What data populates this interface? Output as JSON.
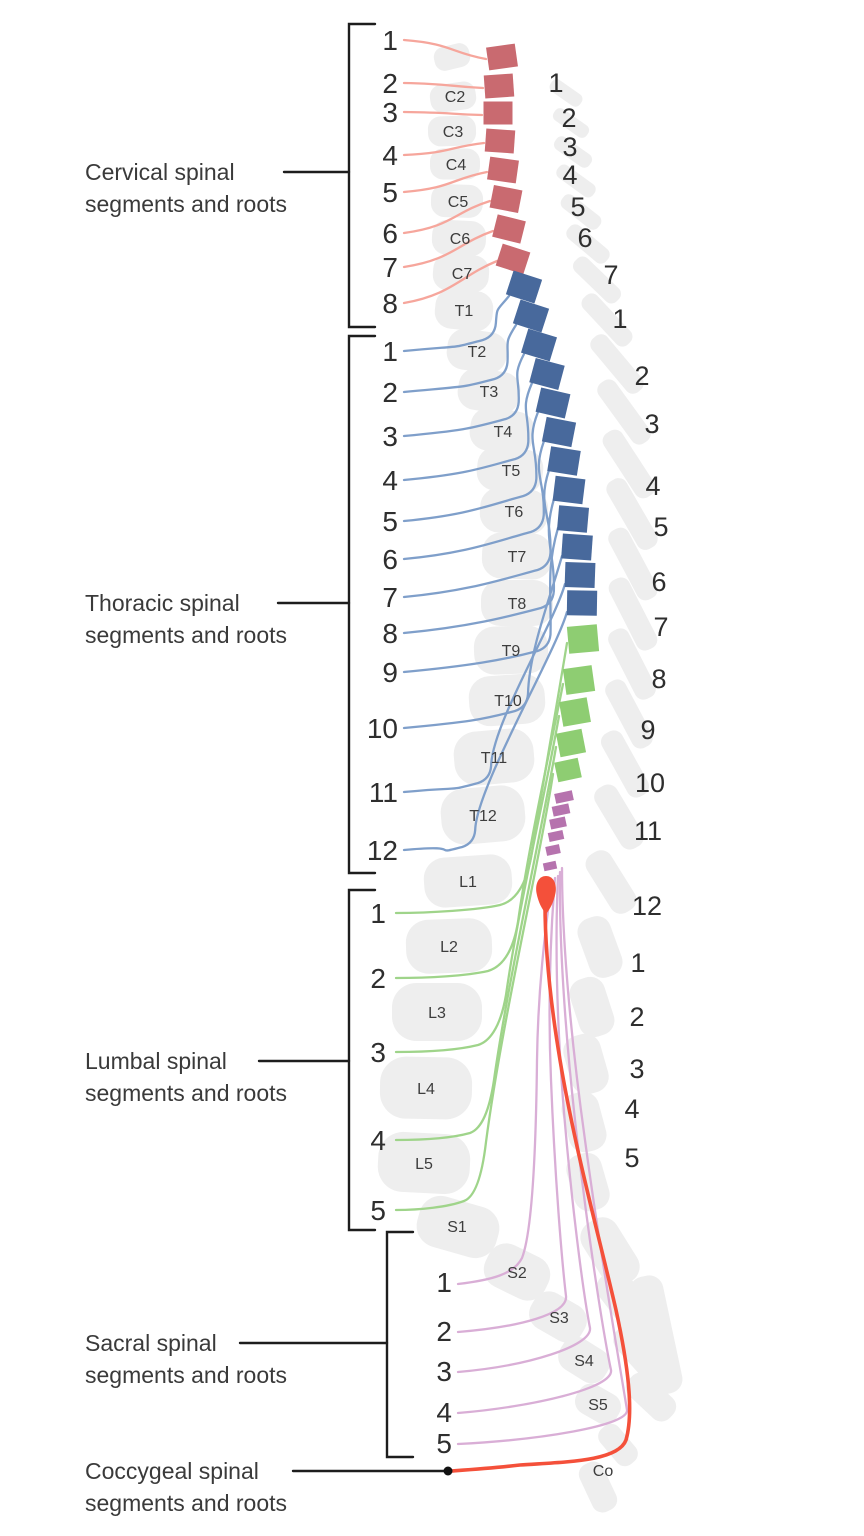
{
  "regions": [
    {
      "id": "cervical",
      "label_line1": "Cervical spinal",
      "label_line2": "segments and roots",
      "segment_count": 8,
      "segment_color": "#c96a70",
      "root_color": "#f6a69c",
      "root_numbers": [
        "1",
        "2",
        "3",
        "4",
        "5",
        "6",
        "7",
        "8"
      ]
    },
    {
      "id": "thoracic",
      "label_line1": "Thoracic spinal",
      "label_line2": "segments and roots",
      "segment_count": 12,
      "segment_color": "#48699c",
      "root_color": "#7f9fca",
      "root_numbers": [
        "1",
        "2",
        "3",
        "4",
        "5",
        "6",
        "7",
        "8",
        "9",
        "10",
        "11",
        "12"
      ]
    },
    {
      "id": "lumbar",
      "label_line1": "Lumbal spinal",
      "label_line2": "segments and roots",
      "segment_count": 5,
      "segment_color": "#8ecd72",
      "root_color": "#9fd48a",
      "root_numbers": [
        "1",
        "2",
        "3",
        "4",
        "5"
      ]
    },
    {
      "id": "sacral",
      "label_line1": "Sacral spinal",
      "label_line2": "segments and roots",
      "segment_count": 5,
      "segment_color": "#b673ae",
      "root_color": "#d9aed6",
      "root_numbers": [
        "1",
        "2",
        "3",
        "4",
        "5"
      ]
    },
    {
      "id": "coccygeal",
      "label_line1": "Coccygeal spinal",
      "label_line2": "segments and roots",
      "segment_count": 1,
      "segment_color": "#b673ae",
      "root_color": "#f4503a",
      "root_numbers": []
    }
  ],
  "vertebrae": {
    "cervical": [
      "C2",
      "C3",
      "C4",
      "C5",
      "C6",
      "C7"
    ],
    "thoracic": [
      "T1",
      "T2",
      "T3",
      "T4",
      "T5",
      "T6",
      "T7",
      "T8",
      "T9",
      "T10",
      "T11",
      "T12"
    ],
    "lumbar": [
      "L1",
      "L2",
      "L3",
      "L4",
      "L5"
    ],
    "sacral": [
      "S1",
      "S2",
      "S3",
      "S4",
      "S5"
    ],
    "coccygeal": [
      "Co"
    ]
  },
  "right_level_numbers": {
    "cervical": [
      "1",
      "2",
      "3",
      "4",
      "5",
      "6",
      "7"
    ],
    "thoracic": [
      "1",
      "2",
      "3",
      "4",
      "5",
      "6",
      "7",
      "8",
      "9",
      "10",
      "11",
      "12"
    ],
    "lumbar": [
      "1",
      "2",
      "3",
      "4",
      "5"
    ]
  },
  "anatomy": {
    "conus_color": "#f4503a",
    "filum_color": "#f4503a"
  },
  "colors": {
    "background": "#ffffff",
    "bone": "#eeeeee",
    "text_primary": "#2e2e2e",
    "text_secondary": "#3d3d3d",
    "bracket": "#1d1d1d",
    "terminal_dot": "#111111"
  }
}
